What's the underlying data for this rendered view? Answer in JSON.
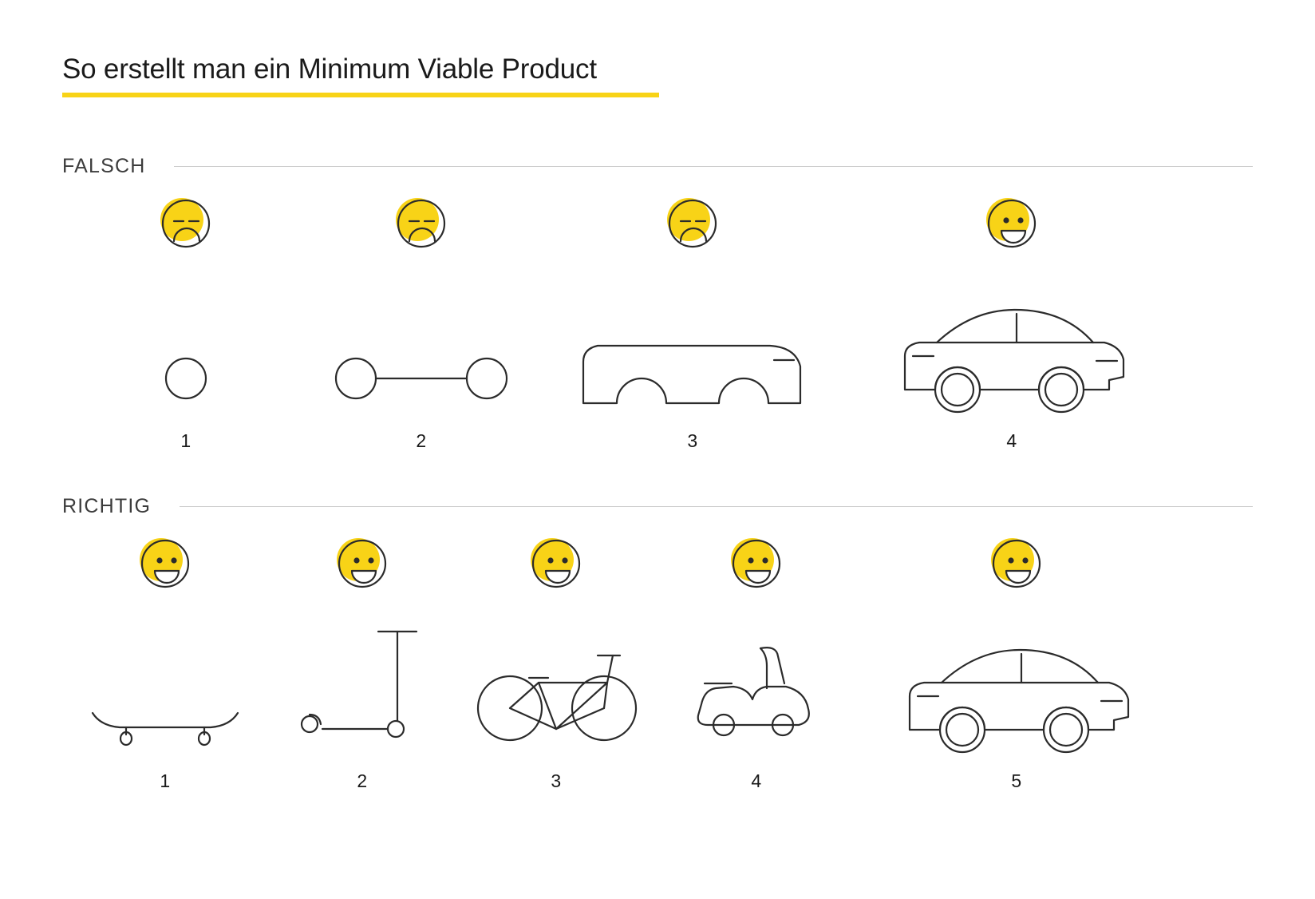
{
  "page": {
    "title": "So erstellt man ein Minimum Viable Product",
    "accent_color": "#f8d317",
    "line_color": "#2b2b2b",
    "rule_color": "#cccccc",
    "background": "#ffffff"
  },
  "sections": [
    {
      "id": "falsch",
      "label": "FALSCH",
      "steps": [
        {
          "number": "1",
          "vehicle": "wheel",
          "face": "sad"
        },
        {
          "number": "2",
          "vehicle": "two-wheels-axle",
          "face": "sad"
        },
        {
          "number": "3",
          "vehicle": "car-body",
          "face": "sad"
        },
        {
          "number": "4",
          "vehicle": "car",
          "face": "happy"
        }
      ]
    },
    {
      "id": "richtig",
      "label": "RICHTIG",
      "steps": [
        {
          "number": "1",
          "vehicle": "skateboard",
          "face": "happy"
        },
        {
          "number": "2",
          "vehicle": "kick-scooter",
          "face": "happy"
        },
        {
          "number": "3",
          "vehicle": "bicycle",
          "face": "happy"
        },
        {
          "number": "4",
          "vehicle": "motor-scooter",
          "face": "happy"
        },
        {
          "number": "5",
          "vehicle": "car",
          "face": "happy"
        }
      ]
    }
  ]
}
